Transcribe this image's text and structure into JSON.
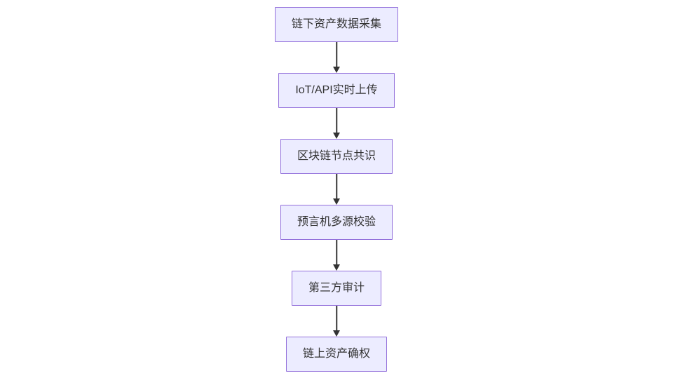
{
  "diagram": {
    "type": "flowchart",
    "direction": "top-down",
    "nodes": [
      {
        "label": "链下资产数据采集"
      },
      {
        "label": "IoT/API实时上传"
      },
      {
        "label": "区块链节点共识"
      },
      {
        "label": "预言机多源校验"
      },
      {
        "label": "第三方审计"
      },
      {
        "label": "链上资产确权"
      }
    ],
    "edges": [
      {
        "from": 0,
        "to": 1,
        "style": "arrow"
      },
      {
        "from": 1,
        "to": 2,
        "style": "arrow"
      },
      {
        "from": 2,
        "to": 3,
        "style": "arrow"
      },
      {
        "from": 3,
        "to": 4,
        "style": "arrow"
      },
      {
        "from": 4,
        "to": 5,
        "style": "arrow"
      }
    ],
    "colors": {
      "background": "#FFFFFF",
      "node_fill": "#ECECFF",
      "node_border": "#9370DB",
      "node_text": "#333333",
      "arrow": "#333333"
    }
  }
}
